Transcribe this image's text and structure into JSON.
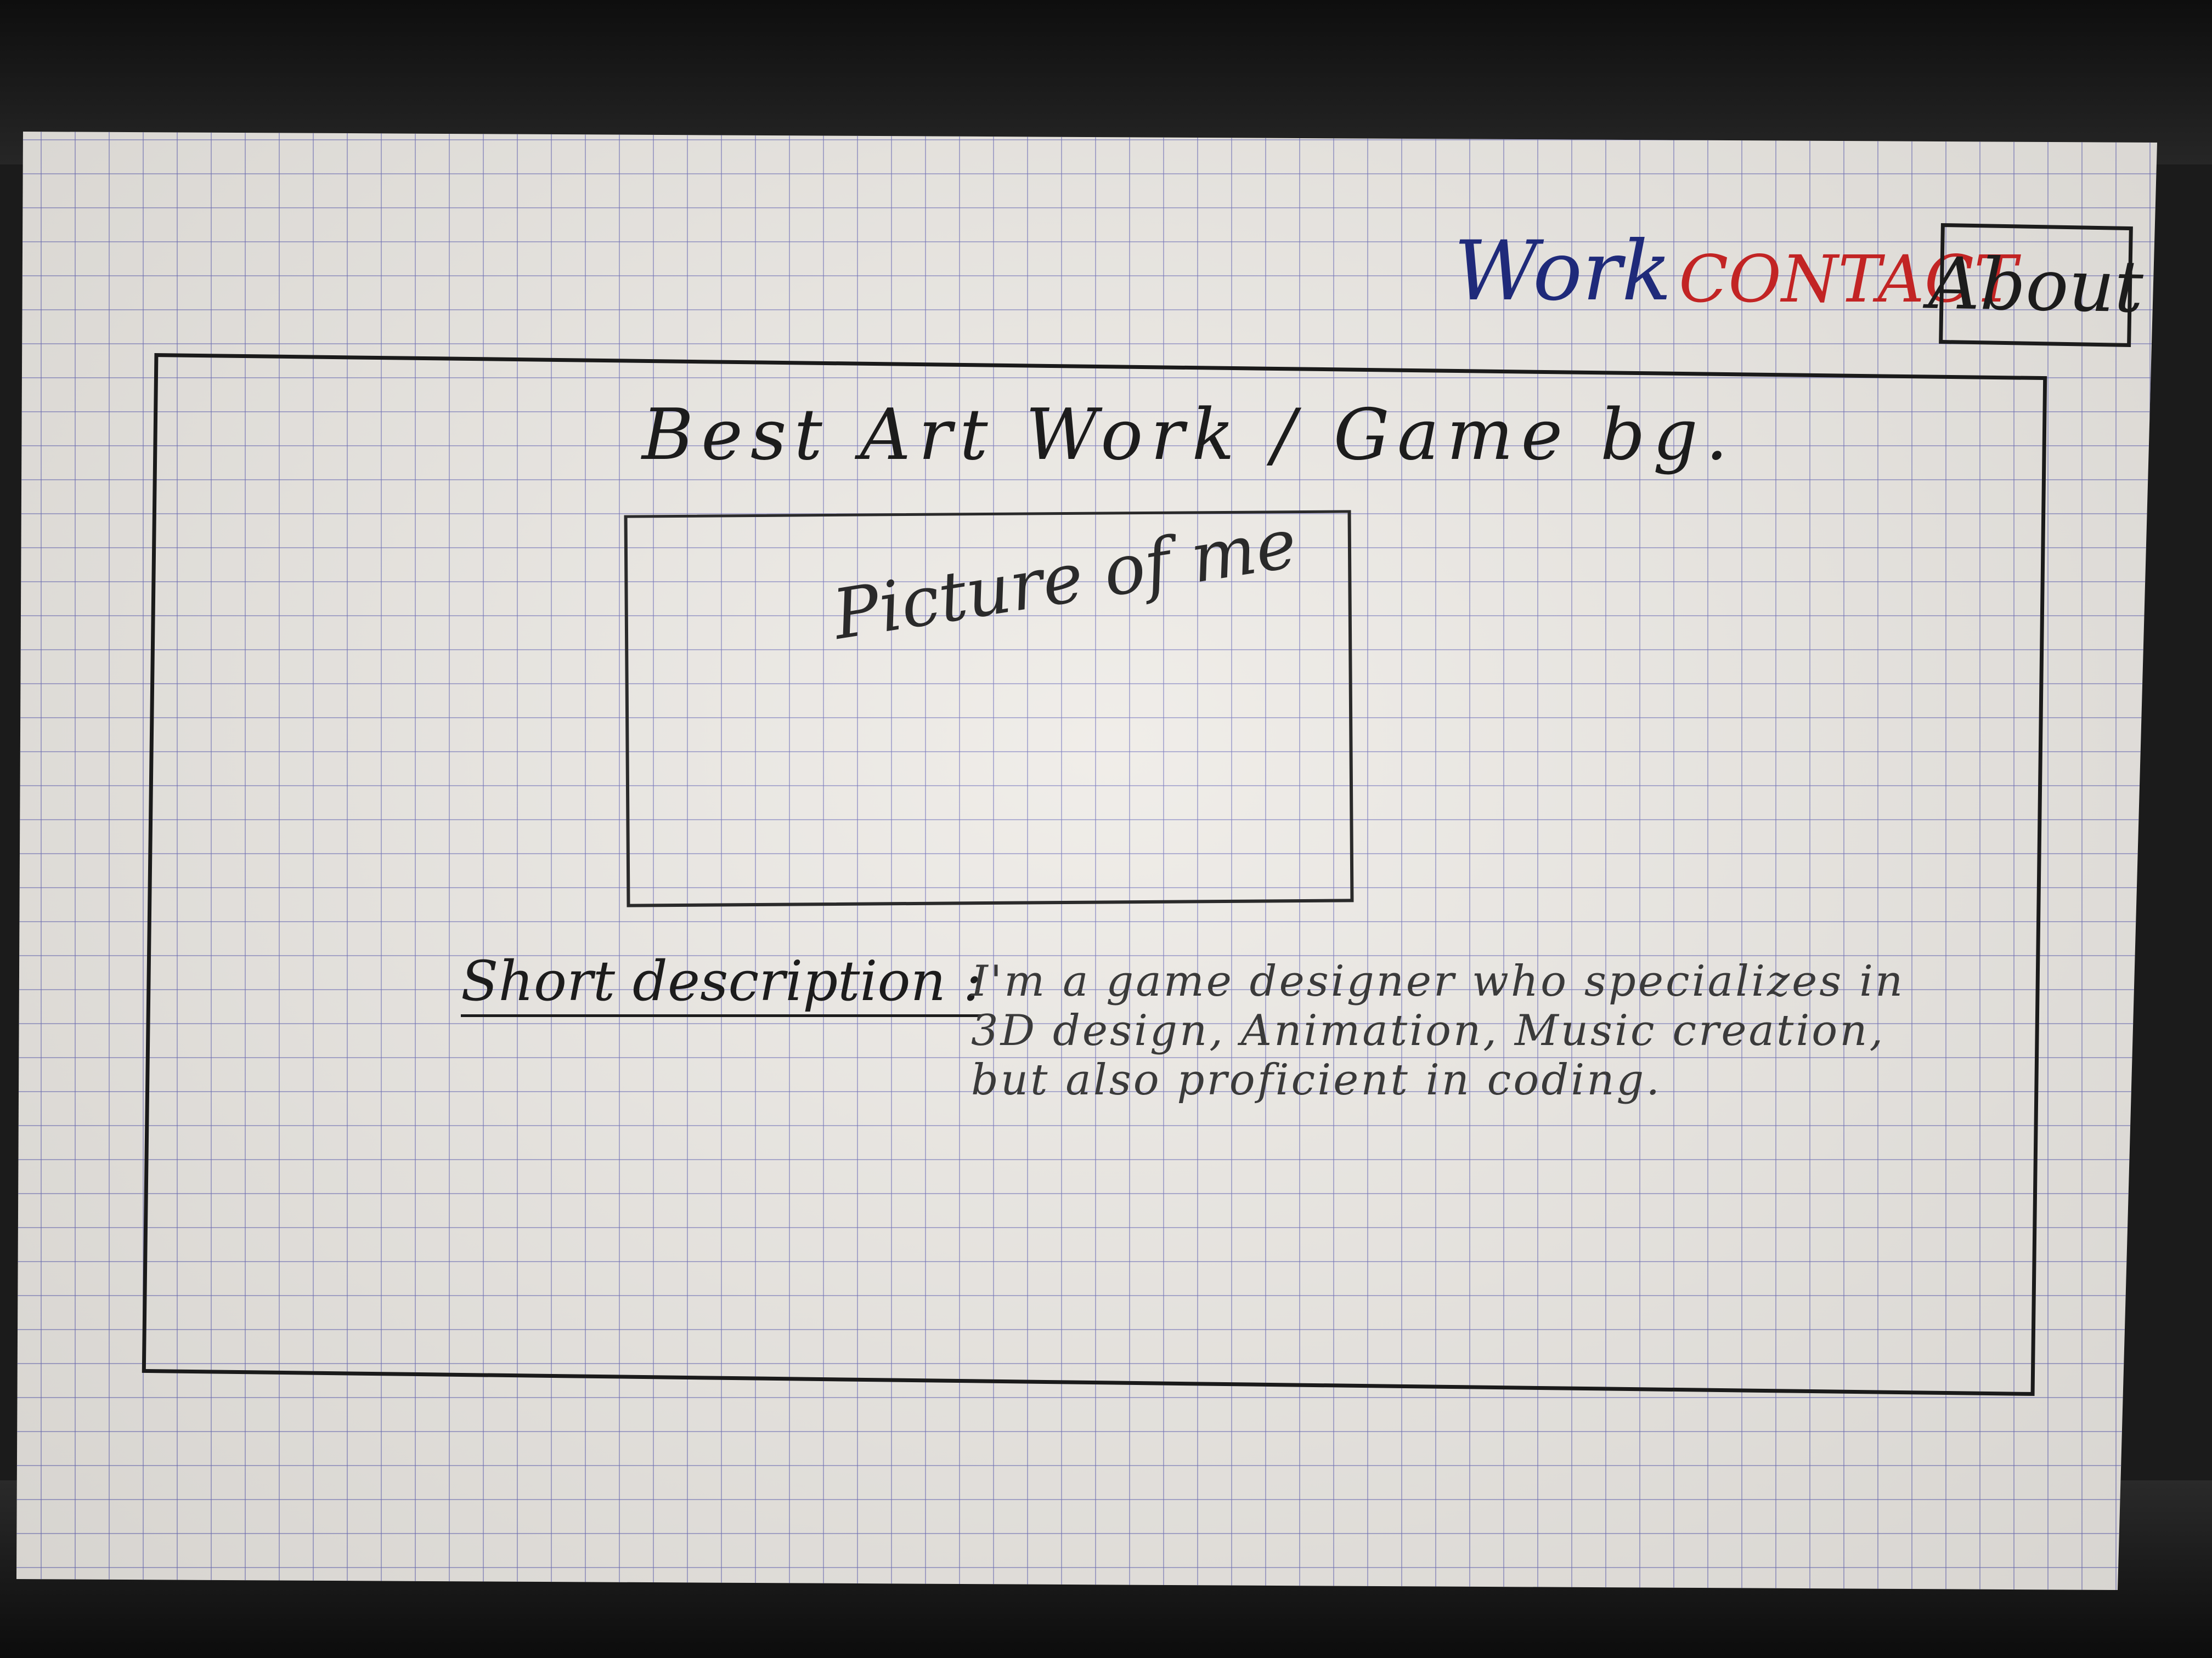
{
  "nav": {
    "items": [
      {
        "label": "Work",
        "color": "#1f2a7a"
      },
      {
        "label": "Contact",
        "color": "#c22424"
      },
      {
        "label": "About",
        "color": "#1c1c1c",
        "boxed": true
      }
    ]
  },
  "hero": {
    "title": "Best Art Work / Game bg."
  },
  "picture": {
    "label": "Picture of me"
  },
  "description": {
    "label": "Short description :",
    "text": "I'm a game designer who specializes in 3D design, Animation, Music creation, but also proficient in coding."
  },
  "colors": {
    "ink": "#1c1c1c",
    "grid": "#6e6eb9",
    "paper": "#eeebe6"
  }
}
